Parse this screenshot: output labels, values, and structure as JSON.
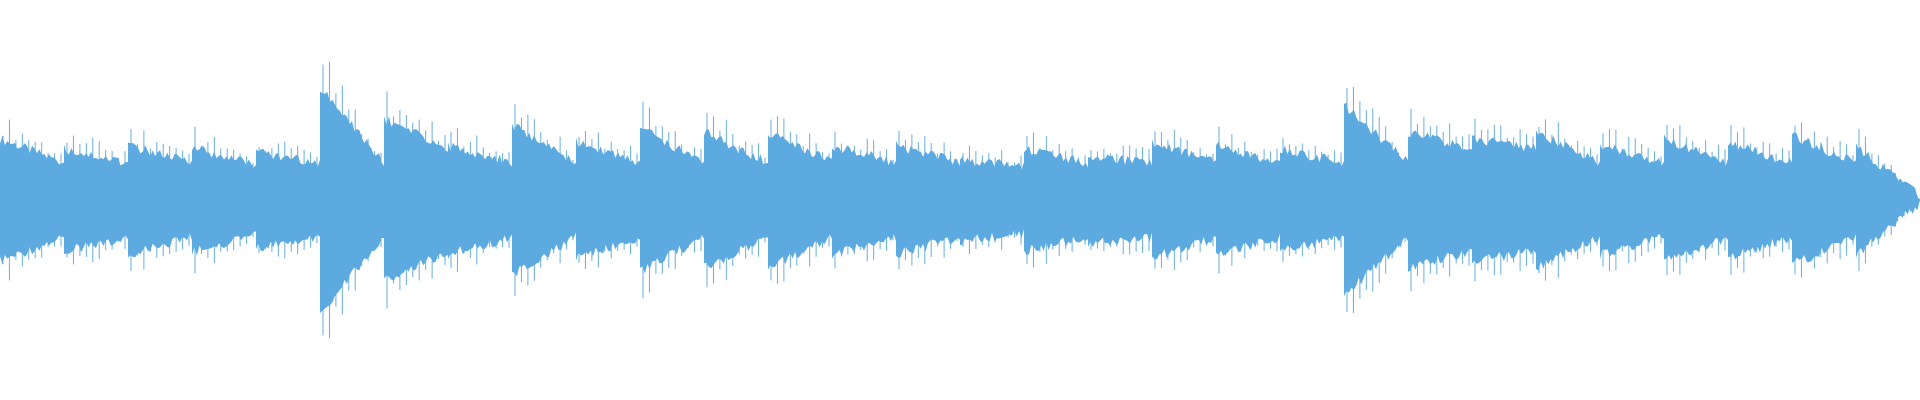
{
  "waveform": {
    "color": "#5DAAE0",
    "background": "#FFFFFF",
    "beat_count": 30,
    "beats": [
      {
        "attack": 0.36,
        "decay": 0.22
      },
      {
        "attack": 0.3,
        "decay": 0.22
      },
      {
        "attack": 0.32,
        "decay": 0.22
      },
      {
        "attack": 0.31,
        "decay": 0.2
      },
      {
        "attack": 0.28,
        "decay": 0.22
      },
      {
        "attack": 0.66,
        "decay": 0.22
      },
      {
        "attack": 0.48,
        "decay": 0.3
      },
      {
        "attack": 0.32,
        "decay": 0.22
      },
      {
        "attack": 0.44,
        "decay": 0.22
      },
      {
        "attack": 0.34,
        "decay": 0.22
      },
      {
        "attack": 0.42,
        "decay": 0.22
      },
      {
        "attack": 0.4,
        "decay": 0.22
      },
      {
        "attack": 0.4,
        "decay": 0.22
      },
      {
        "attack": 0.32,
        "decay": 0.22
      },
      {
        "attack": 0.32,
        "decay": 0.22
      },
      {
        "attack": 0.24,
        "decay": 0.2
      },
      {
        "attack": 0.3,
        "decay": 0.22
      },
      {
        "attack": 0.26,
        "decay": 0.22
      },
      {
        "attack": 0.34,
        "decay": 0.22
      },
      {
        "attack": 0.32,
        "decay": 0.22
      },
      {
        "attack": 0.3,
        "decay": 0.22
      },
      {
        "attack": 0.56,
        "decay": 0.22
      },
      {
        "attack": 0.4,
        "decay": 0.3
      },
      {
        "attack": 0.36,
        "decay": 0.3
      },
      {
        "attack": 0.4,
        "decay": 0.22
      },
      {
        "attack": 0.32,
        "decay": 0.22
      },
      {
        "attack": 0.36,
        "decay": 0.22
      },
      {
        "attack": 0.34,
        "decay": 0.22
      },
      {
        "attack": 0.38,
        "decay": 0.22
      },
      {
        "attack": 0.32,
        "decay": 0.02
      }
    ]
  }
}
